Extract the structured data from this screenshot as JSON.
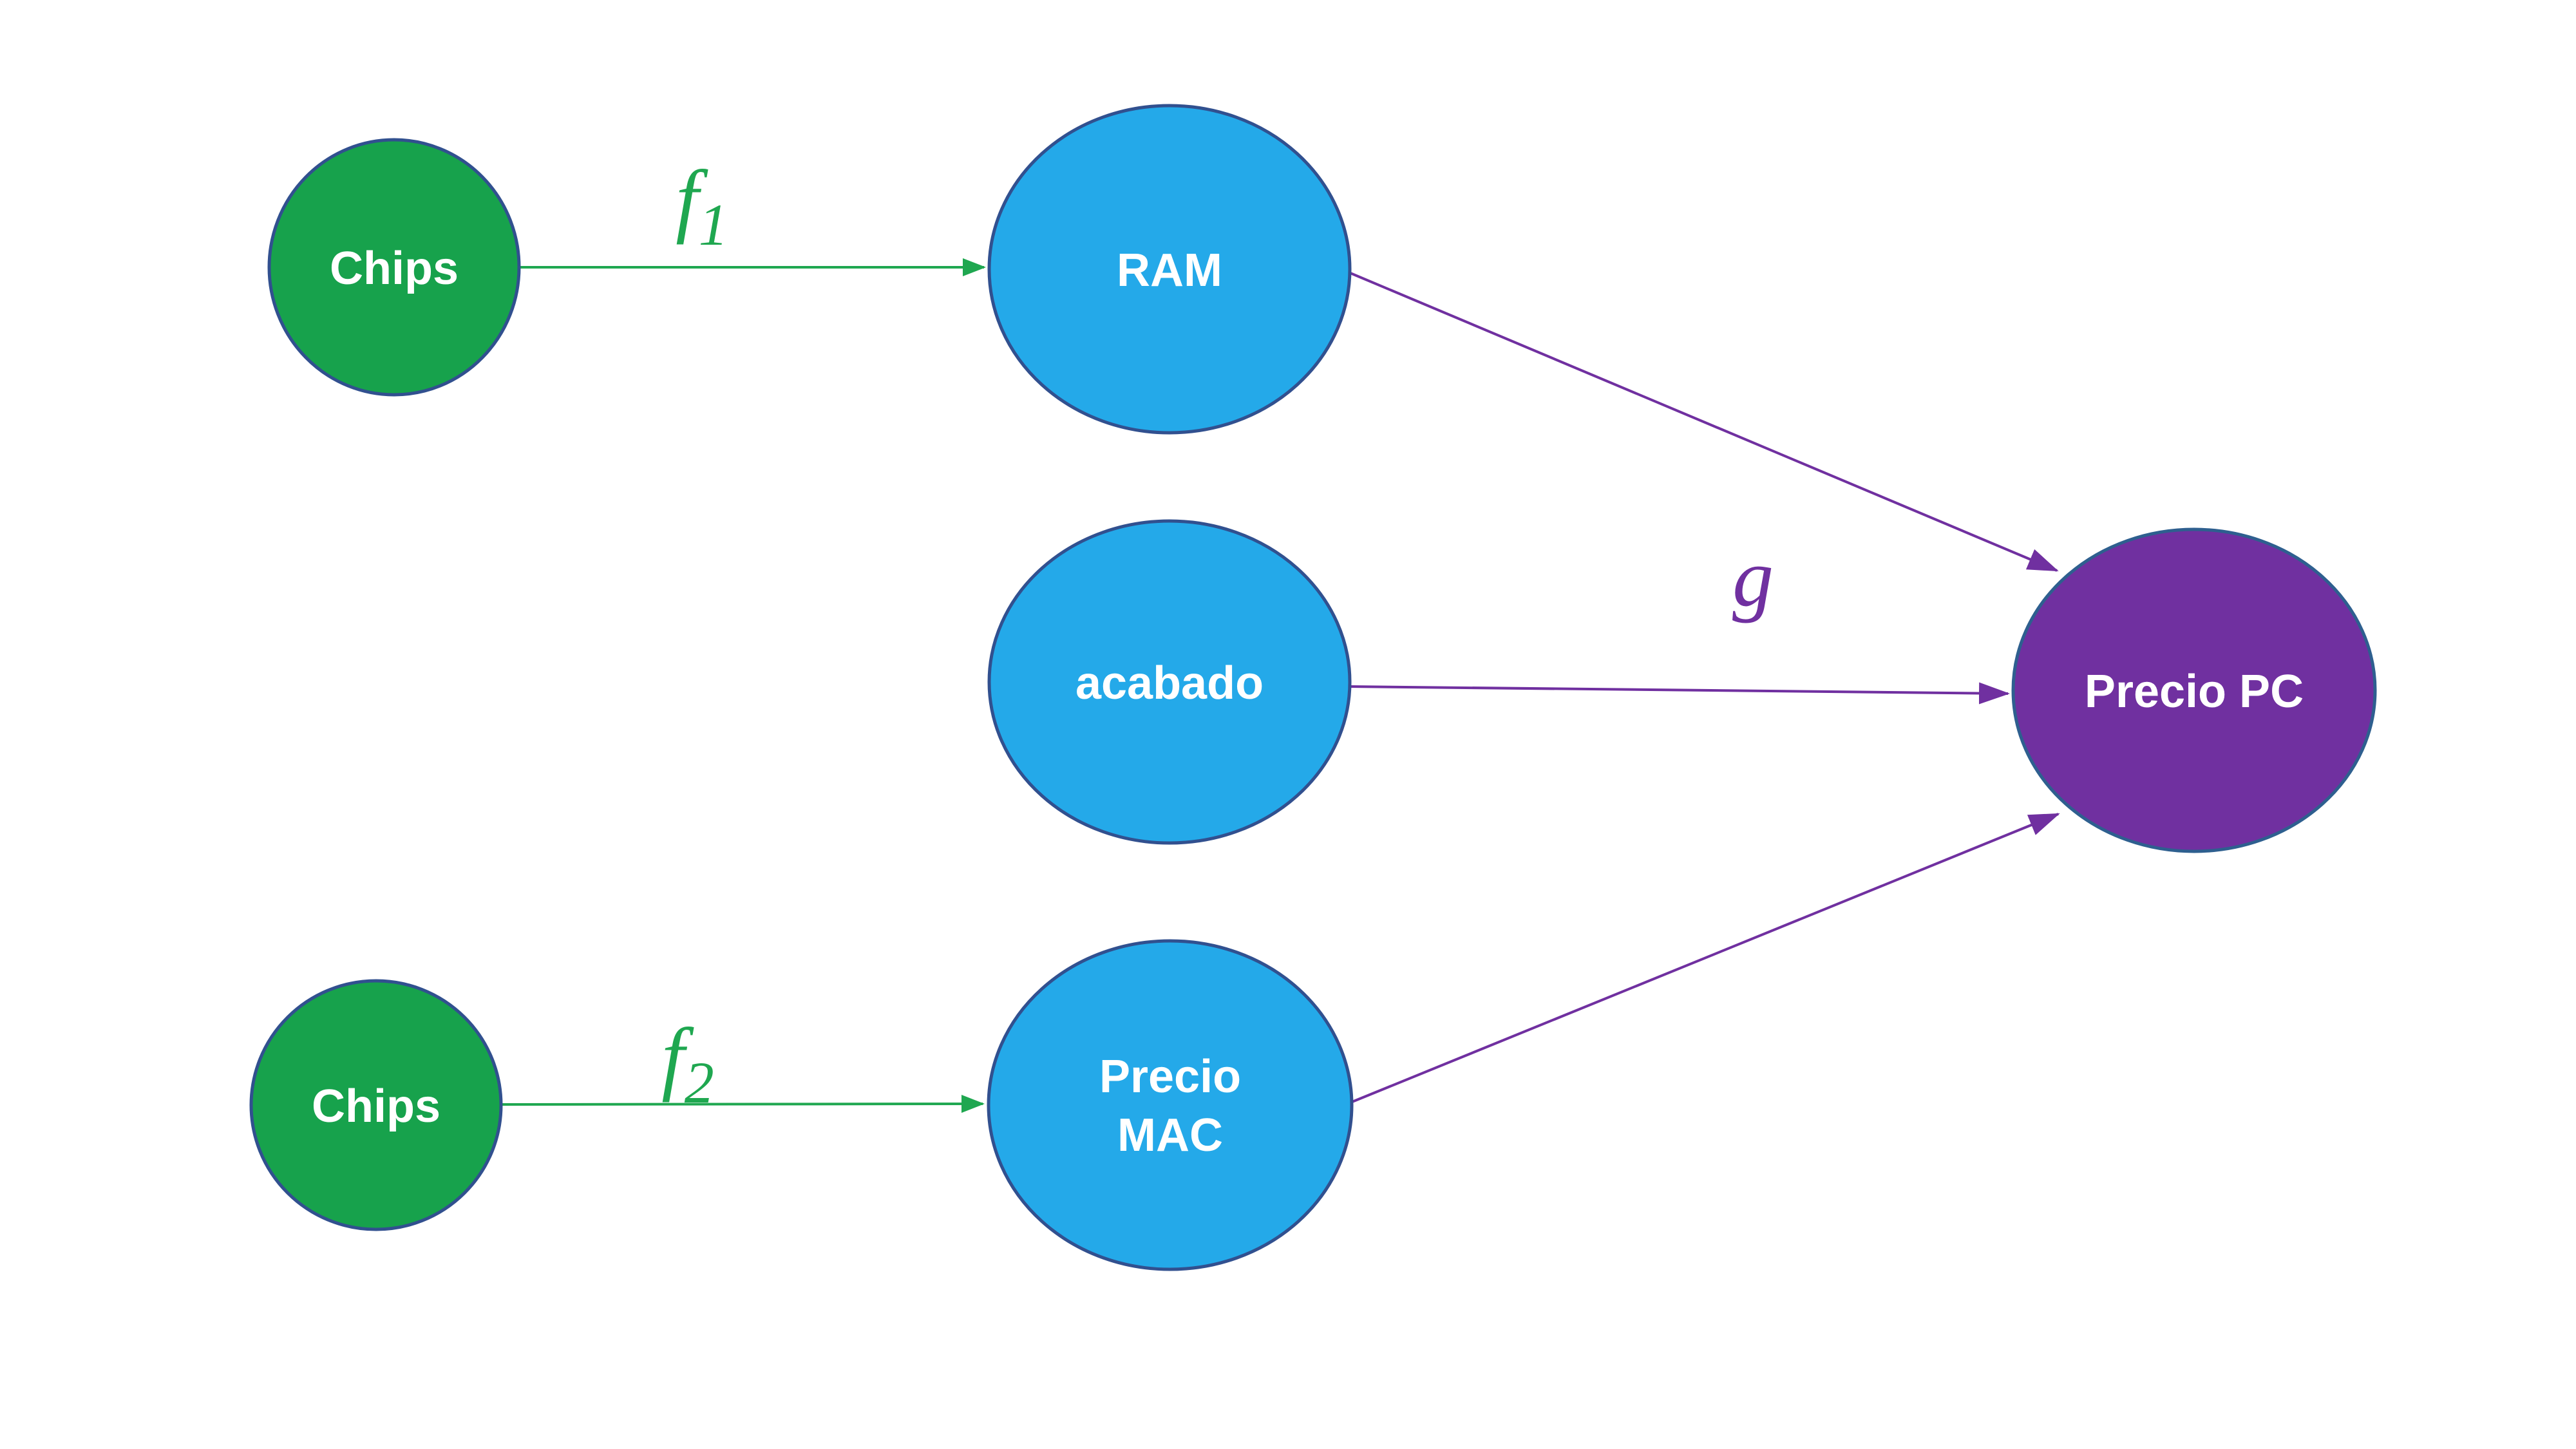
{
  "diagram": {
    "background": "#FFFFFF",
    "colors": {
      "green_fill": "#17A24C",
      "blue_fill": "#24A9E9",
      "purple_fill": "#7030A0",
      "node_border": "#31508F",
      "purple_node_border": "#2E5F8F",
      "green_arrow": "#1FA750",
      "purple_arrow": "#7030A0",
      "green_label": "#1FA750",
      "purple_label": "#7030A0",
      "node_label": "#FFFFFF"
    },
    "nodes": {
      "chips_top": {
        "label": "Chips"
      },
      "ram": {
        "label": "RAM"
      },
      "acabado": {
        "label": "acabado"
      },
      "precio_mac": {
        "label_line1": "Precio",
        "label_line2": "MAC"
      },
      "chips_bottom": {
        "label": "Chips"
      },
      "precio_pc": {
        "label": "Precio PC"
      }
    },
    "edge_labels": {
      "f1": {
        "base": "f",
        "sub": "1"
      },
      "f2": {
        "base": "f",
        "sub": "2"
      },
      "g": "g"
    }
  }
}
